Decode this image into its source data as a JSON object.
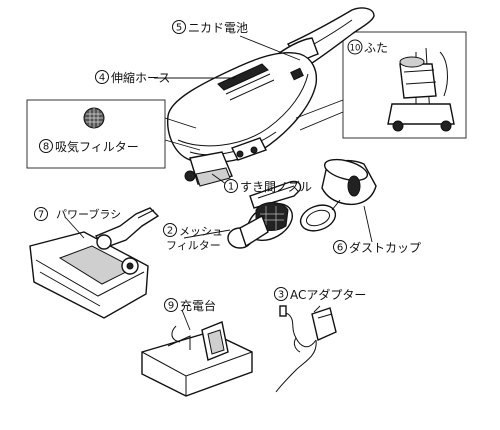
{
  "diagram": {
    "labels": [
      {
        "id": "1",
        "num": "1",
        "text": "すき間ノズル"
      },
      {
        "id": "2",
        "num": "2",
        "lines": [
          "メッシュ",
          "フィルター"
        ]
      },
      {
        "id": "3",
        "num": "3",
        "text": "ACアダプター"
      },
      {
        "id": "4",
        "num": "4",
        "text": "伸縮ホース"
      },
      {
        "id": "5",
        "num": "5",
        "text": "ニカド電池"
      },
      {
        "id": "6",
        "num": "6",
        "text": "ダストカップ"
      },
      {
        "id": "7",
        "num": "7",
        "text": "パワーブラシ"
      },
      {
        "id": "8",
        "num": "8",
        "text": "吸気フィルター"
      },
      {
        "id": "9",
        "num": "9",
        "text": "充電台"
      },
      {
        "id": "10",
        "num": "10",
        "text": "ふた"
      }
    ]
  }
}
